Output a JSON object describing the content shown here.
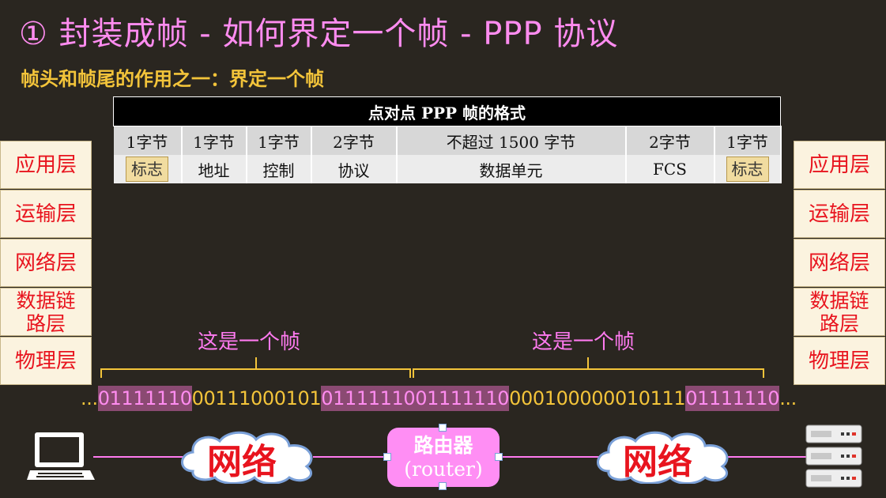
{
  "title": "① 封装成帧 - 如何界定一个帧 - PPP 协议",
  "subtitle": "帧头和帧尾的作用之一：界定一个帧",
  "frame_table": {
    "header": "点对点 PPP 帧的格式",
    "sizes": [
      "1字节",
      "1字节",
      "1字节",
      "2字节",
      "不超过 1500 字节",
      "2字节",
      "1字节"
    ],
    "fields": [
      "标志",
      "地址",
      "控制",
      "协议",
      "数据单元",
      "FCS",
      "标志"
    ]
  },
  "layers_left": [
    "应用层",
    "运输层",
    "网络层",
    "数据链\n路层",
    "物理层"
  ],
  "layers_right": [
    "应用层",
    "运输层",
    "网络层",
    "数据链\n路层",
    "物理层"
  ],
  "brace_labels": [
    "这是一个帧",
    "这是一个帧"
  ],
  "bits": {
    "lead": "...",
    "flag1": "01111110",
    "mid1": "00111000101",
    "flag2": "01111110",
    "flag3": "01111110",
    "mid2": "000100000010111",
    "flag4": "01111110",
    "tail": "..."
  },
  "network": {
    "cloud_left": "网络",
    "cloud_right": "网络",
    "router_line1": "路由器",
    "router_line2": "(router)"
  },
  "icons": {
    "laptop": "laptop-icon",
    "server": "server-rack-icon"
  }
}
